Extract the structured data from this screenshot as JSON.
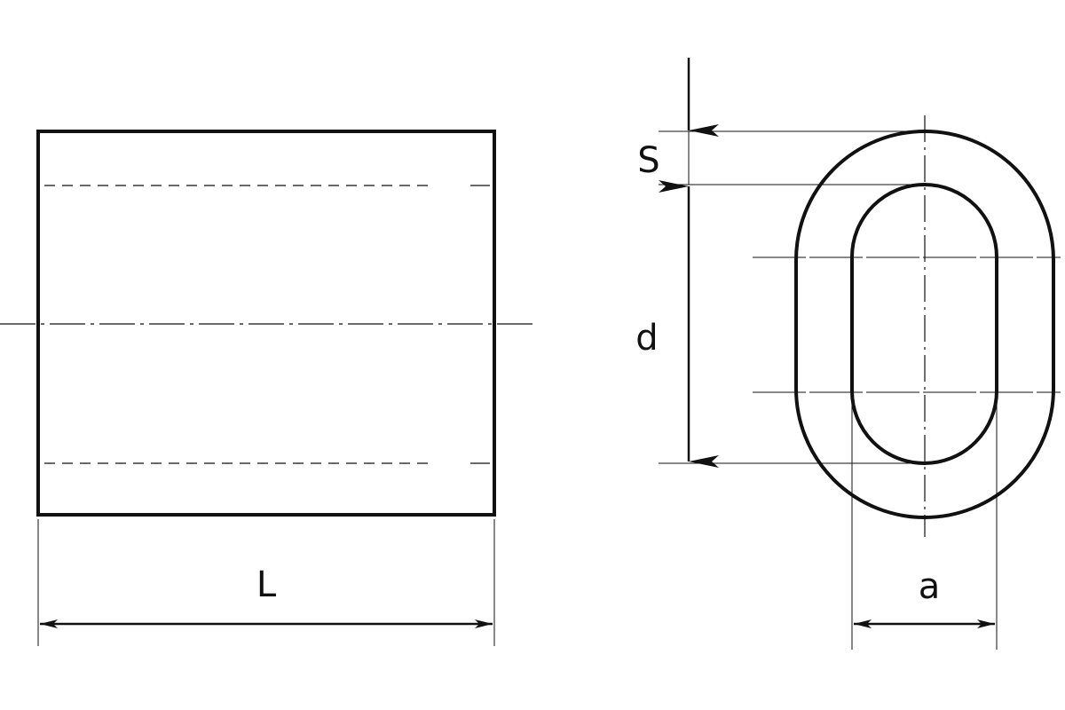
{
  "labels": {
    "length": "L",
    "wall": "S",
    "inner_diameter": "d",
    "width": "a"
  },
  "colors": {
    "line": "#111111",
    "background": "#ffffff"
  }
}
